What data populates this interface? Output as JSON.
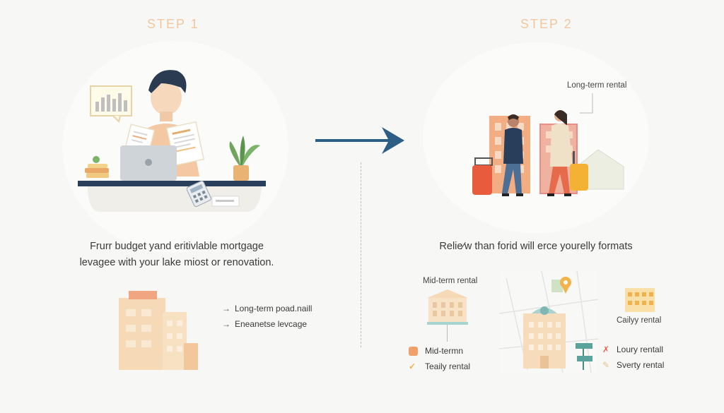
{
  "step1": {
    "label": "STEP 1",
    "caption_line1": "Frurr budget yand eritivlable mortgage",
    "caption_line2": "levagee with your lake miost or renovation.",
    "features": [
      {
        "arrow": "→",
        "text": "Long-term poad.naill"
      },
      {
        "arrow": "→",
        "text": "Eneanetse levcage"
      }
    ]
  },
  "step2": {
    "label": "STEP 2",
    "callout": "Long-term rental",
    "caption": "Relie⁄w than forid will erce yourelly formats",
    "midterm_label": "Mid-term rental",
    "daily_label": "Cailyy rental",
    "left_list": [
      {
        "icon": "calendar-icon",
        "text": "Mid-termn"
      },
      {
        "icon": "check-icon",
        "text": "Teaily rental"
      }
    ],
    "right_list": [
      {
        "icon": "pin-icon",
        "text": "Loury rentall"
      },
      {
        "icon": "sparkle-icon",
        "text": "Sverty rental"
      }
    ]
  },
  "colors": {
    "step_label": "#f0c79f",
    "arrow": "#2d5e86",
    "peach": "#f6d9b6",
    "salmon": "#f0a680"
  }
}
